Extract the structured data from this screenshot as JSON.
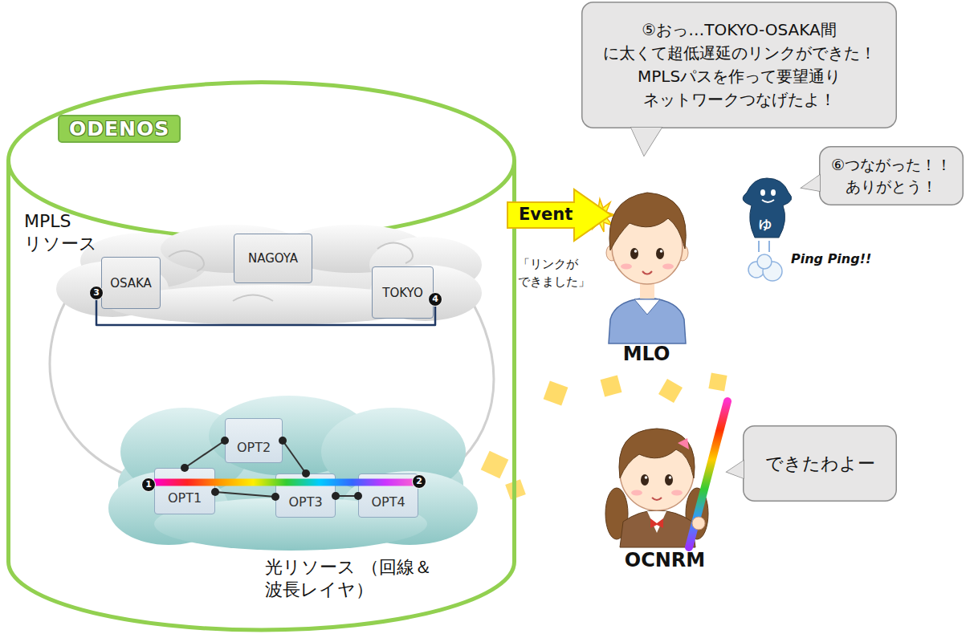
{
  "diagram": {
    "nodes": [
      {
        "text": [
          "ODENOS"
        ]
      },
      {
        "text": [
          "MPLS リソース"
        ],
        "in": 0
      },
      {
        "text": [
          "OSAKA"
        ],
        "in": 1
      },
      {
        "text": [
          "NAGOYA"
        ],
        "in": 1
      },
      {
        "text": [
          "TOKYO"
        ],
        "in": 1
      },
      {
        "text": [
          "光リソース （回線＆波長レイヤ）"
        ],
        "in": 0
      },
      {
        "text": [
          "OPT1"
        ],
        "in": 5
      },
      {
        "text": [
          "OPT2"
        ],
        "in": 5
      },
      {
        "text": [
          "OPT3"
        ],
        "in": 5
      },
      {
        "text": [
          "OPT4"
        ],
        "in": 5
      },
      {
        "text": [
          "⑤おっ…TOKYO-OSAKA間 に太くて超低遅延のリンクができた！ MPLSパスを作って要望通り ネットワークつなげたよ！"
        ]
      },
      {
        "text": [
          "⑥つながった！！ ありがとう！"
        ]
      },
      {
        "text": [
          "できたわよー"
        ]
      },
      {
        "text": [
          "Event"
        ]
      }
    ],
    "edges": [
      {
        "from": 2,
        "to": 4,
        "arrow": "none"
      },
      {
        "from": 6,
        "to": 7,
        "arrow": "none"
      },
      {
        "from": 7,
        "to": 8,
        "arrow": "none"
      },
      {
        "from": 6,
        "to": 8,
        "arrow": "none"
      },
      {
        "from": 8,
        "to": 9,
        "arrow": "none"
      },
      {
        "from": 6,
        "to": 9,
        "arrow": "none"
      }
    ],
    "labels": [
      "1",
      "2",
      "3",
      "4",
      "「リンクが できました」",
      "Ping Ping!!",
      "MLO",
      "OCNRM",
      "ゆ"
    ]
  }
}
